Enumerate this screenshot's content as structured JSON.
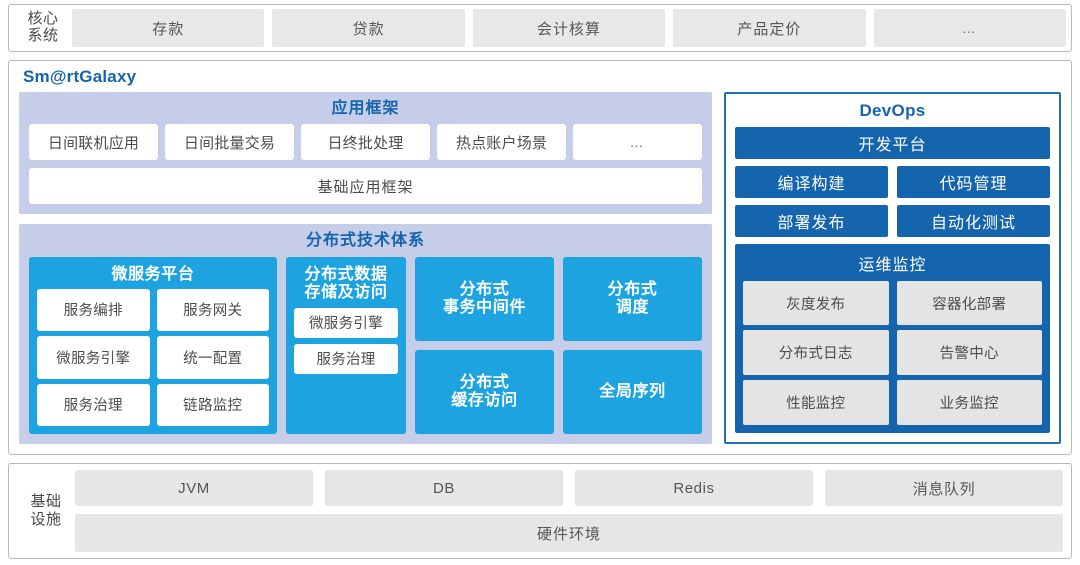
{
  "core_systems": {
    "label_line1": "核心",
    "label_line2": "系统",
    "tabs": [
      {
        "label": "存款"
      },
      {
        "label": "贷款"
      },
      {
        "label": "会计核算"
      },
      {
        "label": "产品定价"
      },
      {
        "label": "…"
      }
    ]
  },
  "galaxy": {
    "title": "Sm@rtGalaxy",
    "app_framework": {
      "title": "应用框架",
      "chips": [
        {
          "label": "日间联机应用"
        },
        {
          "label": "日间批量交易"
        },
        {
          "label": "日终批处理"
        },
        {
          "label": "热点账户场景"
        },
        {
          "label": "…"
        }
      ],
      "base": "基础应用框架"
    },
    "distributed": {
      "title": "分布式技术体系",
      "microservice": {
        "title": "微服务平台",
        "items": [
          "服务编排",
          "服务网关",
          "微服务引擎",
          "统一配置",
          "服务治理",
          "链路监控"
        ]
      },
      "storage": {
        "title_line1": "分布式数据",
        "title_line2": "存储及访问",
        "items": [
          "微服务引擎",
          "服务治理"
        ]
      },
      "cells": [
        {
          "line1": "分布式",
          "line2": "事务中间件"
        },
        {
          "line1": "分布式",
          "line2": "调度"
        },
        {
          "line1": "分布式",
          "line2": "缓存访问"
        },
        {
          "line1": "全局序列",
          "line2": ""
        }
      ]
    },
    "devops": {
      "title": "DevOps",
      "platform": "开发平台",
      "rows": [
        [
          "编译构建",
          "代码管理"
        ],
        [
          "部署发布",
          "自动化测试"
        ]
      ],
      "monitor": {
        "title": "运维监控",
        "items": [
          [
            "灰度发布",
            "容器化部署"
          ],
          [
            "分布式日志",
            "告警中心"
          ],
          [
            "性能监控",
            "业务监控"
          ]
        ]
      }
    }
  },
  "infrastructure": {
    "label_line1": "基础",
    "label_line2": "设施",
    "items": [
      {
        "label": "JVM"
      },
      {
        "label": "DB"
      },
      {
        "label": "Redis"
      },
      {
        "label": "消息队列"
      }
    ],
    "hardware": "硬件环境"
  },
  "colors": {
    "accent_blue": "#1565AE",
    "cyan": "#1ca3e0",
    "lavender": "#c5cde8",
    "chip_gray": "#e6e6e6",
    "devops_border": "#2272b8"
  }
}
